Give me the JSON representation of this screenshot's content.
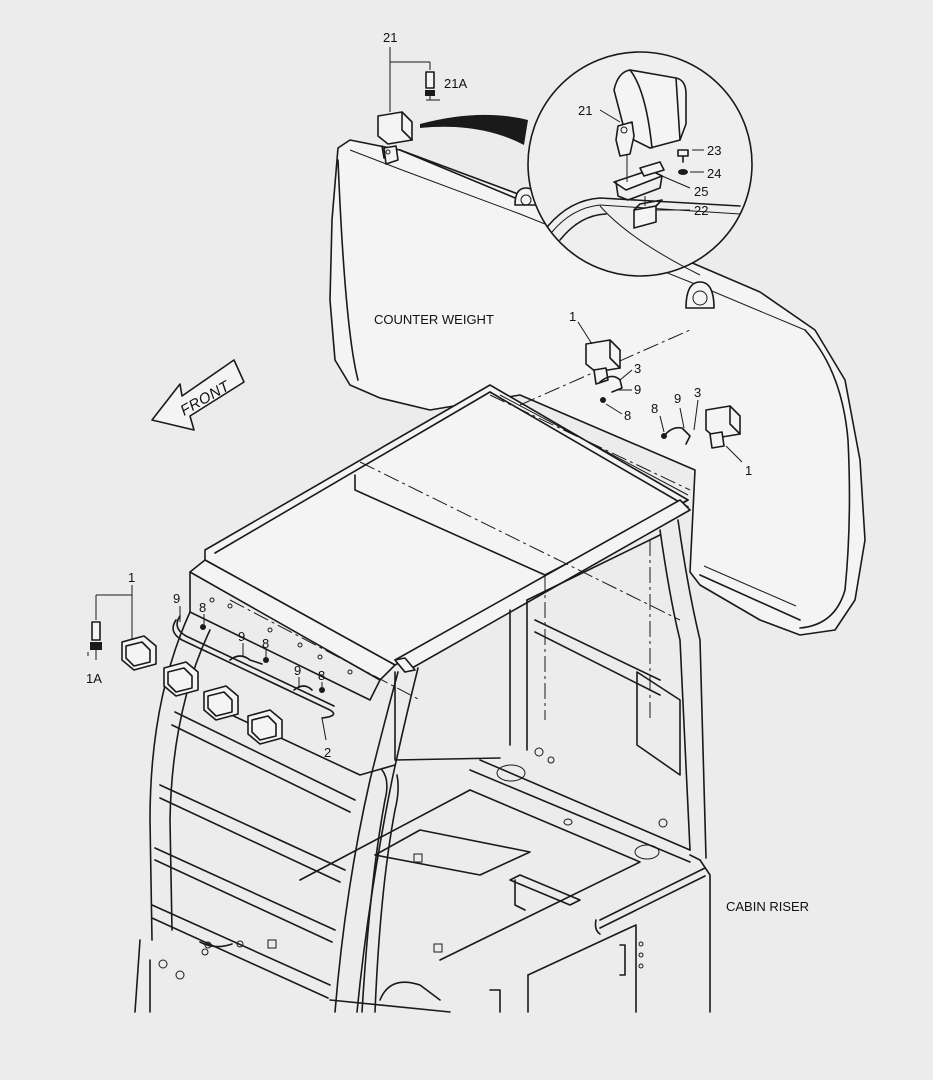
{
  "diagram": {
    "annotations": {
      "counter_weight": "COUNTER WEIGHT",
      "cabin_riser": "CABIN RISER",
      "front": "FRONT"
    },
    "callouts": {
      "c21_top": "21",
      "c21a": "21A",
      "c21_detail": "21",
      "c23": "23",
      "c24": "24",
      "c25": "25",
      "c22": "22",
      "c1_cw_left": "1",
      "c3_left": "3",
      "c9_left": "9",
      "c8_left": "8",
      "c8_right": "8",
      "c9_right": "9",
      "c3_right": "3",
      "c1_cw_right": "1",
      "c1_cab": "1",
      "c1a": "1A",
      "c9_a": "9",
      "c8_a": "8",
      "c9_b": "9",
      "c8_b": "8",
      "c9_c": "9",
      "c8_c": "8",
      "c2": "2"
    }
  }
}
